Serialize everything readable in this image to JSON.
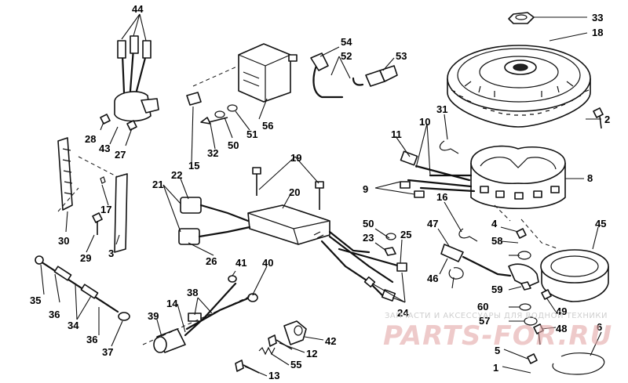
{
  "diagram": {
    "callouts": [
      "1",
      "2",
      "3",
      "4",
      "5",
      "6",
      "8",
      "9",
      "10",
      "11",
      "12",
      "13",
      "14",
      "15",
      "16",
      "17",
      "18",
      "19",
      "20",
      "21",
      "22",
      "23",
      "24",
      "25",
      "26",
      "27",
      "28",
      "29",
      "30",
      "31",
      "32",
      "33",
      "34",
      "35",
      "36",
      "37",
      "38",
      "39",
      "40",
      "41",
      "42",
      "43",
      "44",
      "45",
      "46",
      "47",
      "48",
      "49",
      "50",
      "51",
      "52",
      "53",
      "54",
      "55",
      "56",
      "57",
      "58",
      "59",
      "60"
    ]
  },
  "watermark": {
    "caption": "ЗАПЧАСТИ И АКСЕССУАРЫ ДЛЯ ВОДНОЙ ТЕХНИКИ",
    "brand": "PARTS-FOR.RU"
  }
}
